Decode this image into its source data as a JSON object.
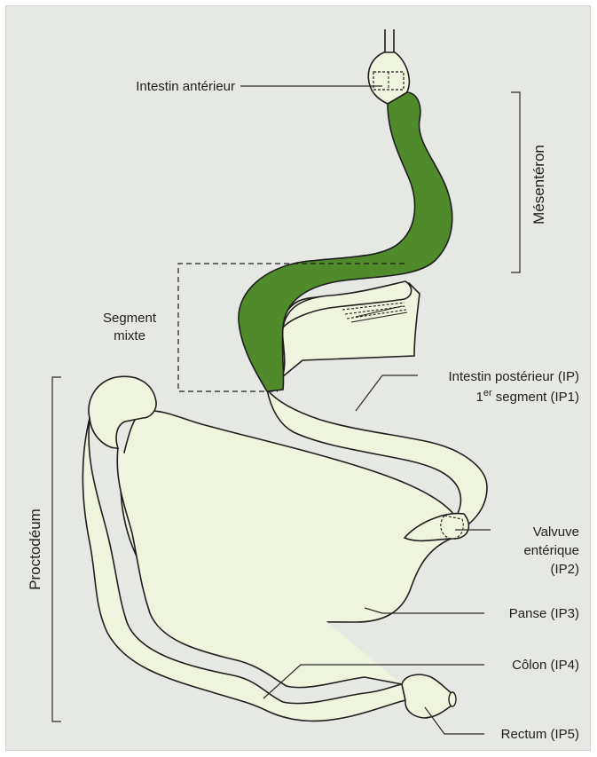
{
  "colors": {
    "background": "#e6e8e4",
    "mesenteron": "#4f8a2b",
    "proctodeum": "#eef4dd",
    "outline": "#1e1e1e"
  },
  "labels": {
    "intestin_anterieur": "Intestin antérieur",
    "mesenteron": "Mésentéron",
    "segment_mixte_line1": "Segment",
    "segment_mixte_line2": "mixte",
    "ip_line1": "Intestin postérieur (IP)",
    "ip_line2_prefix": "1",
    "ip_line2_sup": "er",
    "ip_line2_suffix": " segment (IP1)",
    "proctodeum": "Proctodéum",
    "valvuve_line1": "Valvuve",
    "valvuve_line2": "entérique",
    "valvuve_line3": "(IP2)",
    "panse": "Panse (IP3)",
    "colon": "Côlon (IP4)",
    "rectum": "Rectum (IP5)"
  }
}
